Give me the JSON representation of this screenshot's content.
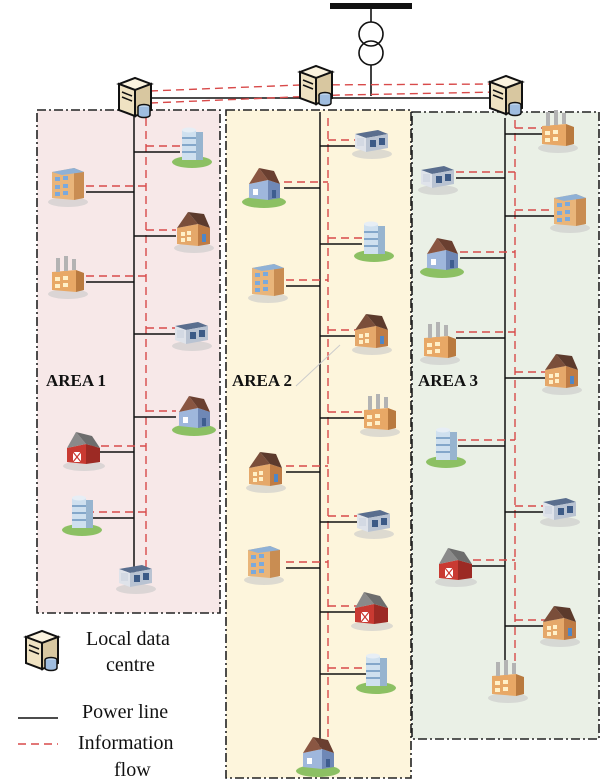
{
  "areas": [
    {
      "label": "AREA 1",
      "fill": "#f7e8e8"
    },
    {
      "label": "AREA 2",
      "fill": "#fdf5dc"
    },
    {
      "label": "AREA 3",
      "fill": "#eaf0e6"
    }
  ],
  "legend": {
    "data_centre_line1": "Local data",
    "data_centre_line2": "centre",
    "power_line": "Power line",
    "info_line1": "Information",
    "info_line2": "flow"
  },
  "colors": {
    "power_line": "#111111",
    "information_flow": "#d84a4a",
    "area_border": "#222222"
  },
  "icons": {
    "data_centre": "server-database-icon",
    "transformer": "transformer-icon",
    "buildings": [
      "apartment",
      "office-tower",
      "factory",
      "shop",
      "school",
      "house",
      "barn"
    ]
  }
}
